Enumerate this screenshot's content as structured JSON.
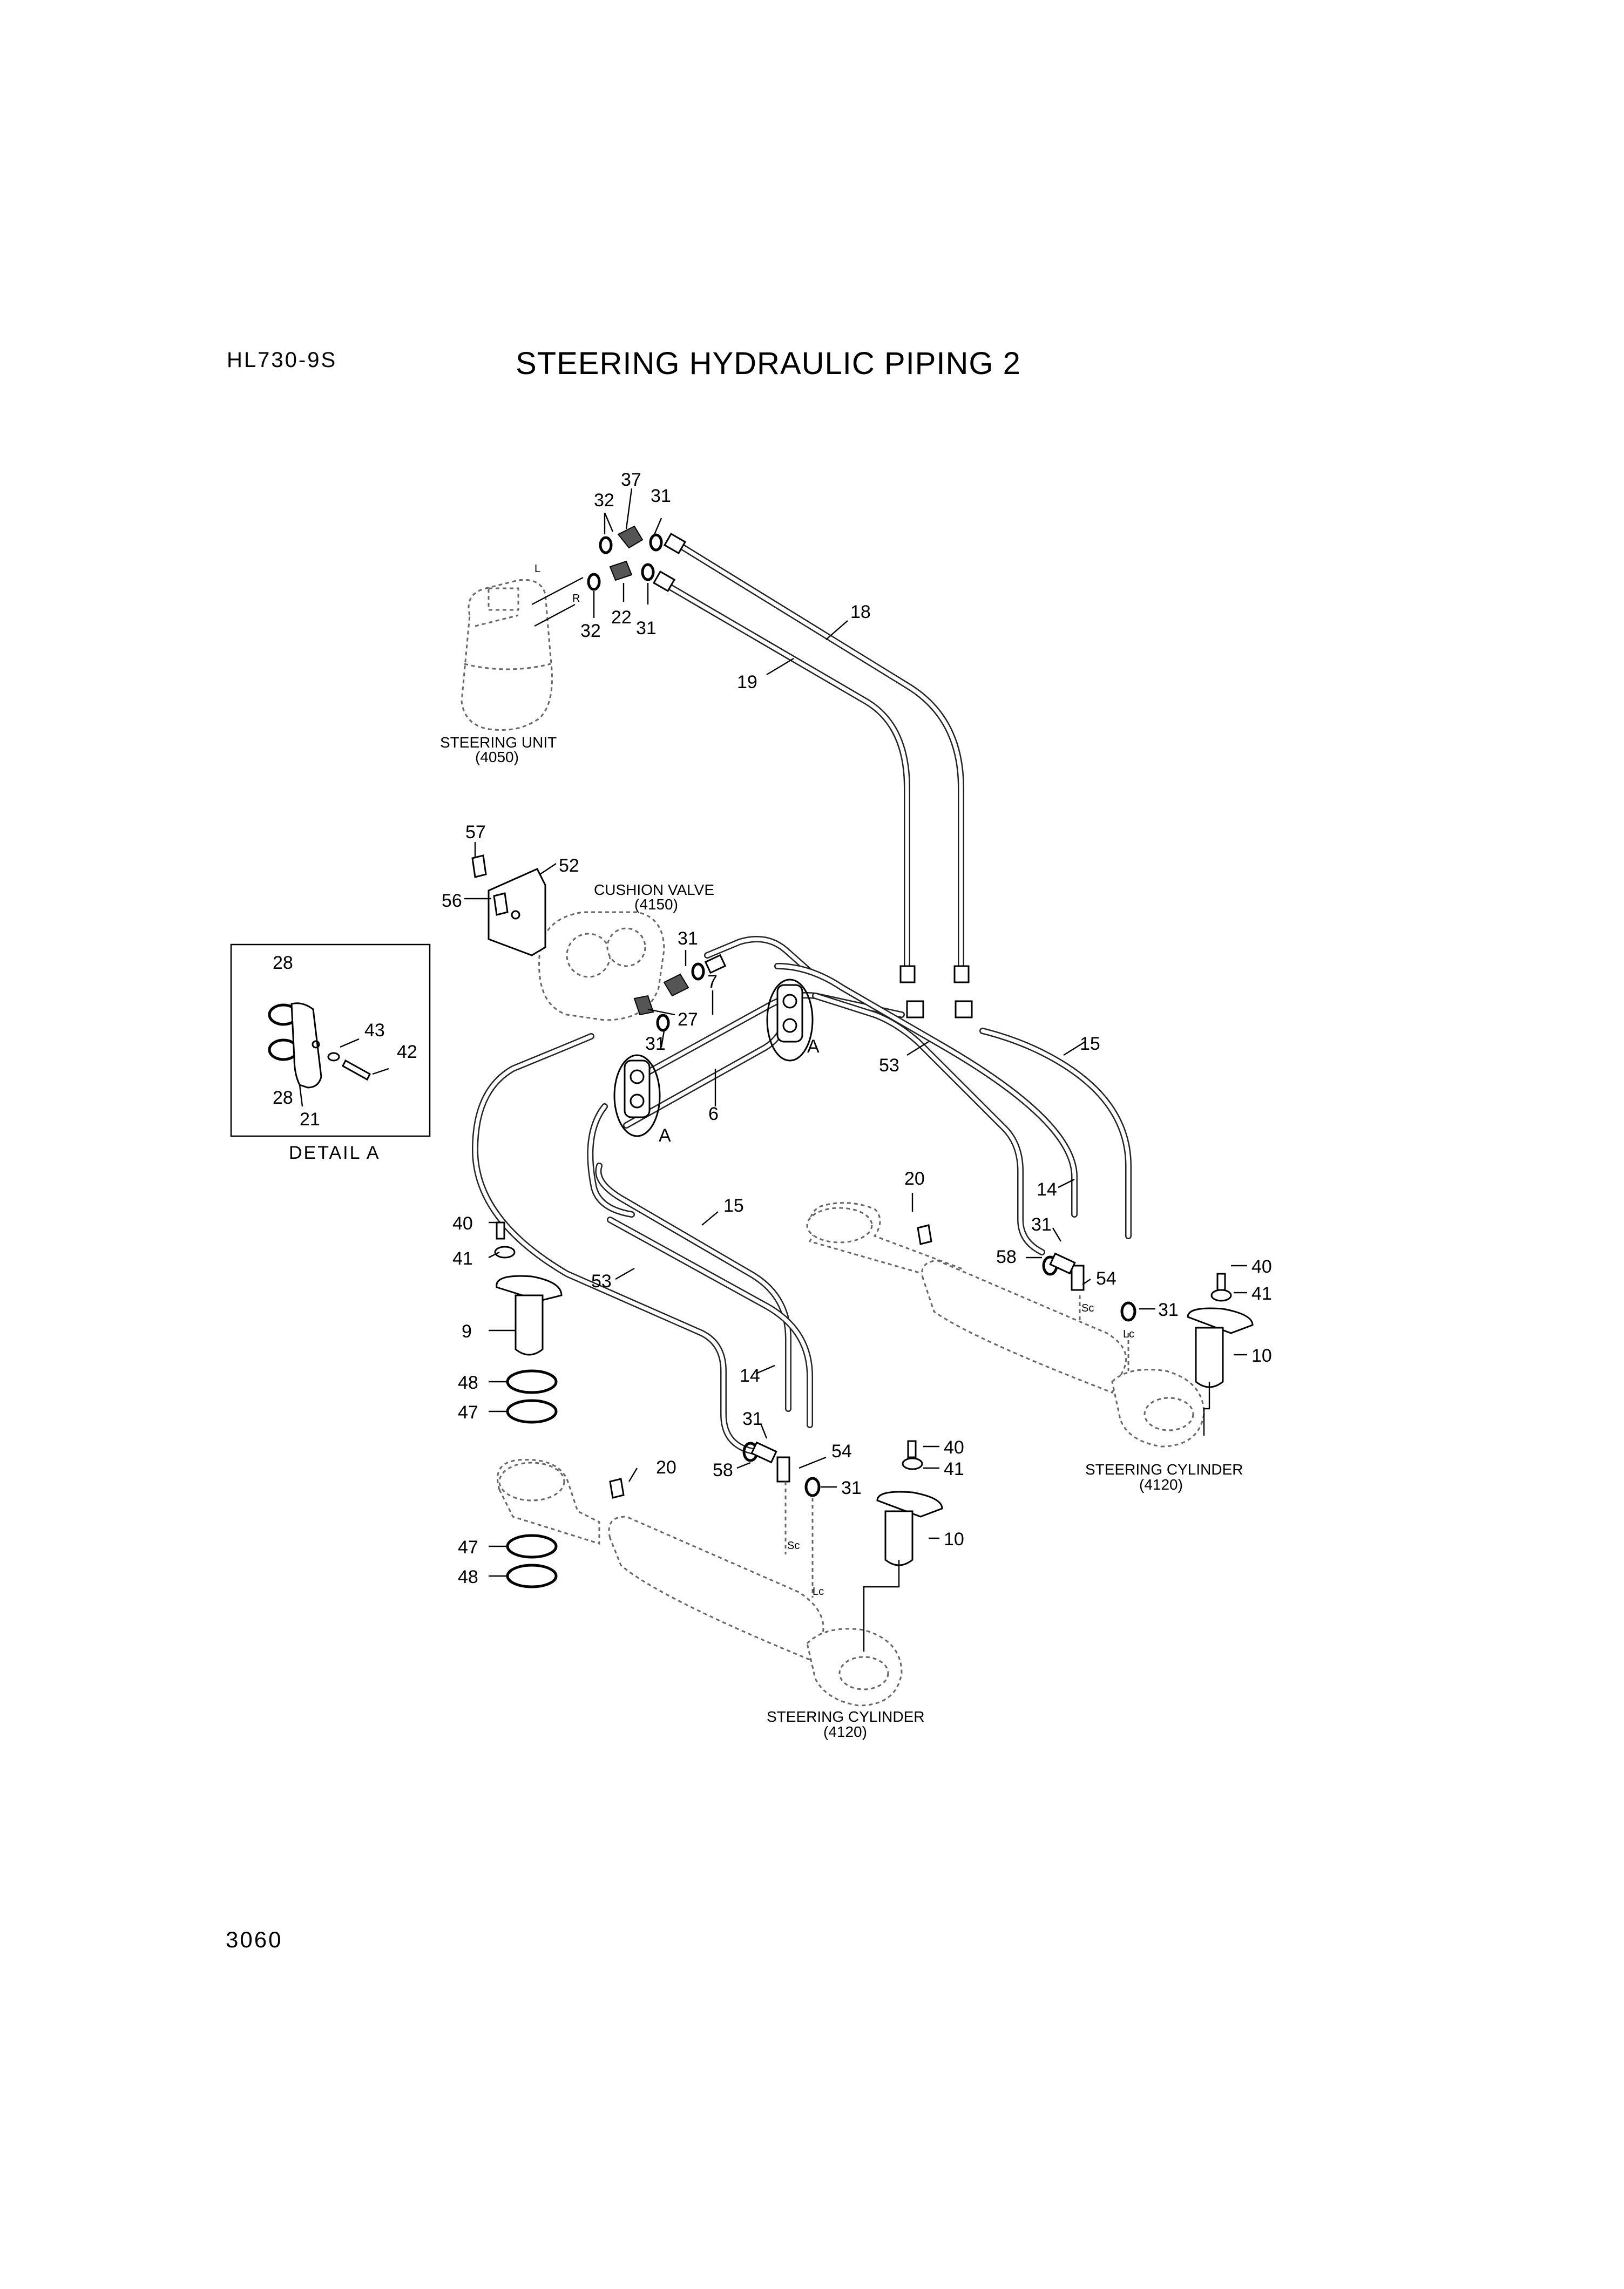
{
  "header": {
    "model": "HL730-9S",
    "title": "STEERING HYDRAULIC PIPING 2"
  },
  "footer": {
    "page_number": "3060"
  },
  "components": {
    "steering_unit": {
      "name": "STEERING UNIT",
      "code": "(4050)"
    },
    "cushion_valve": {
      "name": "CUSHION VALVE",
      "code": "(4150)"
    },
    "steering_cylinder_right": {
      "name": "STEERING CYLINDER",
      "code": "(4120)"
    },
    "steering_cylinder_left": {
      "name": "STEERING CYLINDER",
      "code": "(4120)"
    }
  },
  "detail_box": {
    "caption": "DETAIL A",
    "callouts": [
      "28",
      "43",
      "42",
      "28",
      "21"
    ]
  },
  "port_marks": {
    "L": "L",
    "R": "R",
    "A1": "A",
    "A2": "A",
    "Sc1": "Sc",
    "Lc1": "Lc",
    "Sc2": "Sc",
    "Lc2": "Lc"
  },
  "callouts": {
    "top": [
      "37",
      "32",
      "31",
      "32",
      "22",
      "31",
      "18",
      "19"
    ],
    "cushion": [
      "57",
      "52",
      "56",
      "31",
      "7",
      "27",
      "31",
      "6",
      "53",
      "15"
    ],
    "right": [
      "20",
      "14",
      "31",
      "58",
      "54",
      "31",
      "40",
      "41",
      "10"
    ],
    "left": [
      "15",
      "40",
      "41",
      "53",
      "9",
      "48",
      "47",
      "14",
      "31",
      "20",
      "58",
      "54",
      "31",
      "40",
      "41",
      "10",
      "47",
      "48"
    ]
  }
}
